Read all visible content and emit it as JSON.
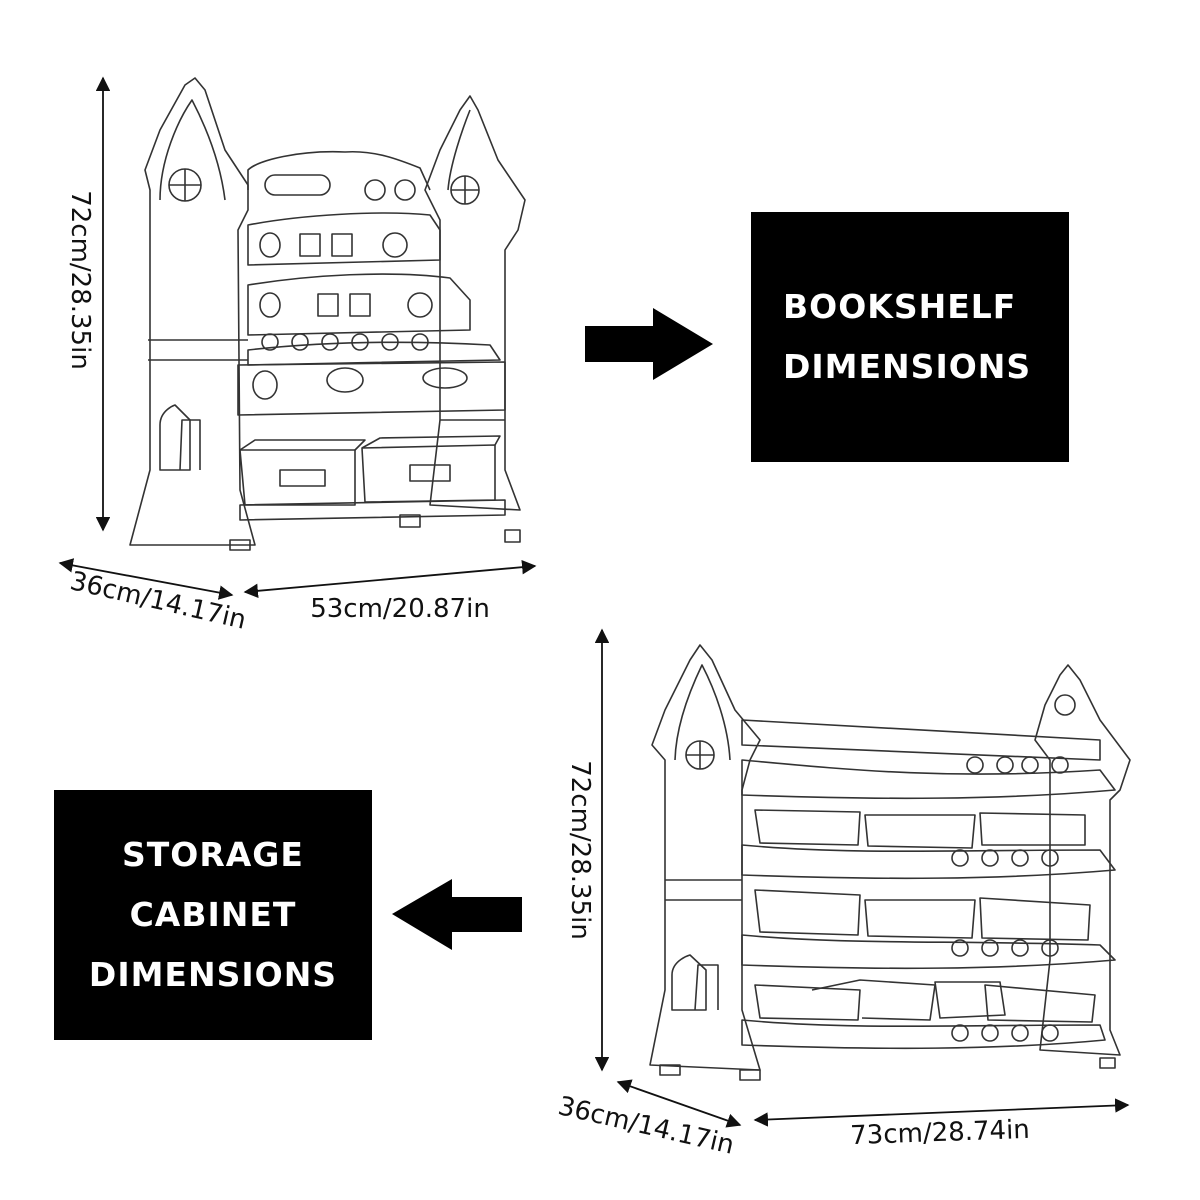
{
  "bookshelf": {
    "label_lines": [
      "BOOKSHELF",
      "DIMENSIONS"
    ],
    "height": "72cm/28.35in",
    "depth": "36cm/14.17in",
    "width": "53cm/20.87in"
  },
  "storage_cabinet": {
    "label_lines": [
      "STORAGE",
      "CABINET",
      "DIMENSIONS"
    ],
    "height": "72cm/28.35in",
    "depth": "36cm/14.17in",
    "width": "73cm/28.74in"
  },
  "icons": {
    "right_arrow": "arrow-right-icon",
    "left_arrow": "arrow-left-icon"
  },
  "colors": {
    "box": "#000000",
    "box_text": "#ffffff",
    "line": "#1a1a1a"
  }
}
